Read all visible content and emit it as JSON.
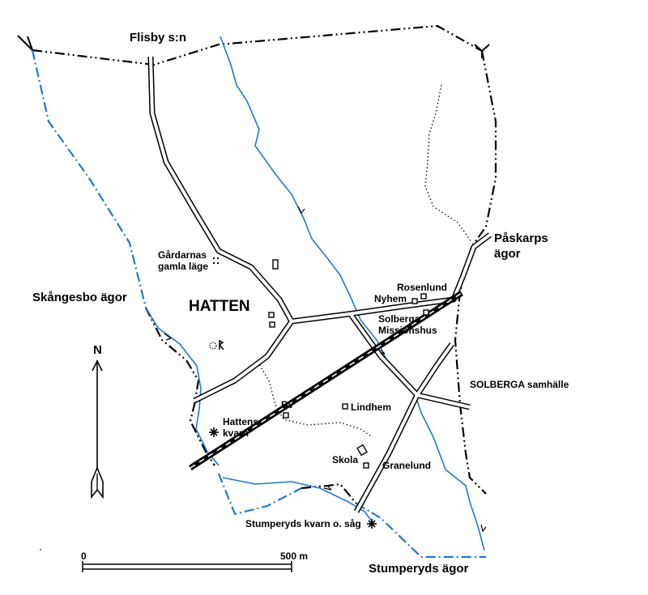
{
  "map": {
    "title": "HATTEN",
    "places": {
      "flisby": "Flisby s:n",
      "paskarps_1": "Påskarps",
      "paskarps_2": "ägor",
      "skangesbo": "Skångesbo ägor",
      "gardarnas_1": "Gårdarnas",
      "gardarnas_2": "gamla läge",
      "rosenlund": "Rosenlund",
      "nyhem": "Nyhem",
      "solberga_1": "Solberga",
      "solberga_2": "Missionshus",
      "solberga_samhalle": "SOLBERGA samhälle",
      "bv": "Bv",
      "lindhem": "Lindhem",
      "hattens_1": "Hattens",
      "hattens_2": "kvarn",
      "skola": "Skola",
      "granelund": "Granelund",
      "stumperyds_kvarn": "Stumperyds kvarn o. såg",
      "stumperyds_agor": "Stumperyds ägor"
    },
    "north": "N",
    "scale": {
      "start": "0",
      "end": "500 m"
    },
    "colors": {
      "water_and_border": "#1f78d1",
      "ink": "#000000"
    }
  }
}
